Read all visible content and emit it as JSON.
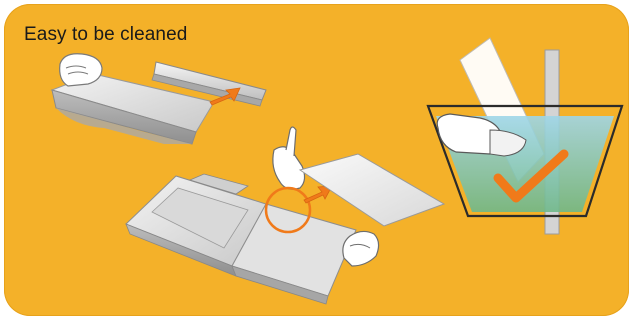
{
  "panel": {
    "title": "Easy to be cleaned",
    "background_color": "#f4b129",
    "accent_color": "#f07a1a",
    "check_color": "#f07a1a"
  },
  "steps": [
    {
      "name": "detach-tray",
      "icon": "tray-and-bar-icon"
    },
    {
      "name": "unfold-tray",
      "icon": "unfolded-tray-icon"
    },
    {
      "name": "wash-parts",
      "icon": "water-basin-icon"
    }
  ]
}
